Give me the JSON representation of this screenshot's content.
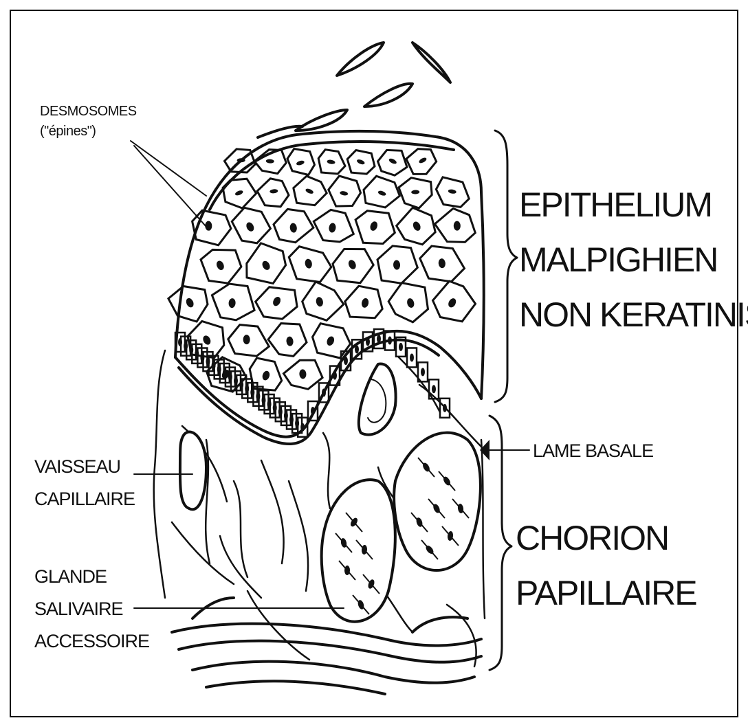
{
  "labels": {
    "desmosomes": "DESMOSOMES",
    "epines": "(\"épines\")",
    "epithelium_1": "EPITHELIUM",
    "epithelium_2": "MALPIGHIEN",
    "epithelium_3": "NON KERATINISE",
    "lame_basale": "LAME BASALE",
    "vaisseau_1": "VAISSEAU",
    "vaisseau_2": "CAPILLAIRE",
    "glande_1": "GLANDE",
    "glande_2": "SALIVAIRE",
    "glande_3": "ACCESSOIRE",
    "chorion_1": "CHORION",
    "chorion_2": "PAPILLAIRE"
  },
  "colors": {
    "ink": "#111111",
    "background": "#ffffff"
  }
}
